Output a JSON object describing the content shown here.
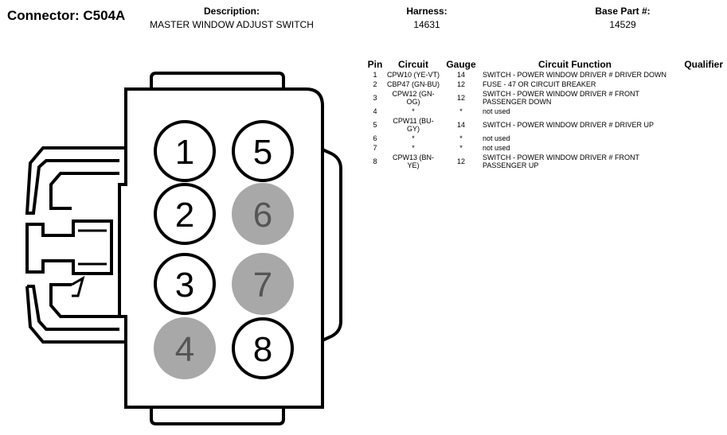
{
  "header": {
    "connector": "Connector: C504A",
    "description_label": "Description:",
    "description": "MASTER WINDOW ADJUST SWITCH",
    "harness_label": "Harness:",
    "harness": "14631",
    "base_part_label": "Base Part #:",
    "base_part": "14529"
  },
  "connector": {
    "cavities": [
      {
        "number": "1",
        "used": true
      },
      {
        "number": "2",
        "used": true
      },
      {
        "number": "3",
        "used": true
      },
      {
        "number": "4",
        "used": false
      },
      {
        "number": "5",
        "used": true
      },
      {
        "number": "6",
        "used": false
      },
      {
        "number": "7",
        "used": false
      },
      {
        "number": "8",
        "used": true
      }
    ],
    "unused_fill": "#a8a8a8",
    "used_fill": "#ffffff"
  },
  "table": {
    "headers": {
      "pin": "Pin",
      "circuit": "Circuit",
      "gauge": "Gauge",
      "function": "Circuit Function",
      "qualifier": "Qualifier"
    },
    "rows": [
      {
        "pin": "1",
        "circuit": "CPW10 (YE-VT)",
        "gauge": "14",
        "function": "SWITCH - POWER WINDOW DRIVER # DRIVER DOWN",
        "qualifier": ""
      },
      {
        "pin": "2",
        "circuit": "CBP47 (GN-BU)",
        "gauge": "12",
        "function": "FUSE - 47 OR CIRCUIT BREAKER",
        "qualifier": ""
      },
      {
        "pin": "3",
        "circuit": "CPW12 (GN-OG)",
        "gauge": "12",
        "function": "SWITCH - POWER WINDOW DRIVER # FRONT PASSENGER DOWN",
        "qualifier": ""
      },
      {
        "pin": "4",
        "circuit": "*",
        "gauge": "*",
        "function": "not used",
        "qualifier": ""
      },
      {
        "pin": "5",
        "circuit": "CPW11 (BU-GY)",
        "gauge": "14",
        "function": "SWITCH - POWER WINDOW DRIVER # DRIVER UP",
        "qualifier": ""
      },
      {
        "pin": "6",
        "circuit": "*",
        "gauge": "*",
        "function": "not used",
        "qualifier": ""
      },
      {
        "pin": "7",
        "circuit": "*",
        "gauge": "*",
        "function": "not used",
        "qualifier": ""
      },
      {
        "pin": "8",
        "circuit": "CPW13 (BN-YE)",
        "gauge": "12",
        "function": "SWITCH - POWER WINDOW DRIVER # FRONT PASSENGER UP",
        "qualifier": ""
      }
    ]
  }
}
